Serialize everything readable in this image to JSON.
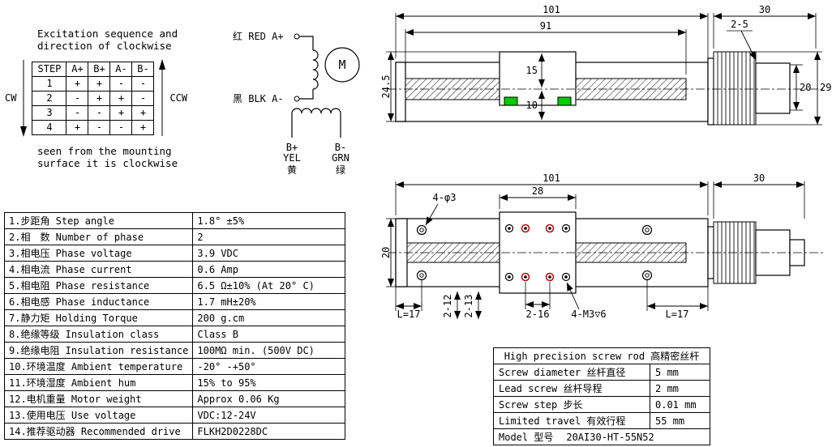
{
  "colors": {
    "green_pad": "#00cc00",
    "red_hole": "#cc0000"
  },
  "excitation": {
    "title_line1": "Excitation sequence and",
    "title_line2": "direction of clockwise",
    "cw": "CW",
    "ccw": "CCW",
    "headers": [
      "STEP",
      "A+",
      "B+",
      "A-",
      "B-"
    ],
    "rows": [
      [
        "1",
        "+",
        "+",
        "-",
        "-"
      ],
      [
        "2",
        "-",
        "+",
        "+",
        "-"
      ],
      [
        "3",
        "-",
        "-",
        "+",
        "+"
      ],
      [
        "4",
        "+",
        "-",
        "-",
        "+"
      ]
    ],
    "footer_line1": "seen from the mounting",
    "footer_line2": "surface it is clockwise"
  },
  "wiring": {
    "red": "红 RED A+",
    "blk": "黑 BLK A-",
    "motor": "M",
    "bp": "B+",
    "yel": "YEL",
    "yel_cn": "黄",
    "bm": "B-",
    "grn": "GRN",
    "grn_cn": "绿"
  },
  "side_view": {
    "d101": "101",
    "d91": "91",
    "d30": "30",
    "d2_5": "2-5",
    "d24_5": "24.5",
    "d15": "15",
    "d10": "10",
    "d20": "20",
    "d29": "29"
  },
  "top_view": {
    "d101": "101",
    "d28": "28",
    "d30": "30",
    "holes": "4-φ3",
    "d20": "20",
    "l_left": "L=17",
    "d2_12": "2-12",
    "d2_13": "2-13",
    "d2_16": "2-16",
    "thread": "4-M3▽6",
    "l_right": "L=17"
  },
  "specs": {
    "rows": [
      {
        "label": "1.步距角 Step angle",
        "value": "1.8° ±5%"
      },
      {
        "label": "2.相　数 Number of phase",
        "value": "2"
      },
      {
        "label": "3.相电压 Phase voltage",
        "value": "3.9 VDC"
      },
      {
        "label": "4.相电流 Phase current",
        "value": "0.6 Amp"
      },
      {
        "label": "5.相电阻 Phase resistance",
        "value": "6.5 Ω±10% (At 20° C)"
      },
      {
        "label": "6.相电感 Phase inductance",
        "value": "1.7 mH±20%"
      },
      {
        "label": "7.静力矩 Holding Torque",
        "value": "200 g.cm"
      },
      {
        "label": "8.绝缘等级 Insulation class",
        "value": "Class B"
      },
      {
        "label": "9.绝缘电阻 Insulation resistance",
        "value": "100MΩ min. (500V DC)"
      },
      {
        "label": "10.环境温度 Ambient temperature",
        "value": "-20° -+50°"
      },
      {
        "label": "11.环境湿度 Ambient hum",
        "value": "15% to 95%"
      },
      {
        "label": "12.电机重量 Motor weight",
        "value": "Approx 0.06 Kg"
      },
      {
        "label": "13.使用电压 Use voltage",
        "value": "VDC:12-24V"
      },
      {
        "label": "14.推荐驱动器 Recommended drive",
        "value": "FLKH2D0228DC"
      }
    ]
  },
  "screw": {
    "title": "High precision screw rod 高精密丝杆",
    "rows": [
      {
        "label": "Screw diameter 丝杆直径",
        "value": "5 mm"
      },
      {
        "label": "Lead screw 丝杆导程",
        "value": "2 mm"
      },
      {
        "label": "Screw step 步长",
        "value": "0.01 mm"
      },
      {
        "label": "Limited travel 有效行程",
        "value": "55 mm"
      }
    ],
    "model_label": "Model 型号",
    "model_value": "20AI30-HT-55N52"
  }
}
